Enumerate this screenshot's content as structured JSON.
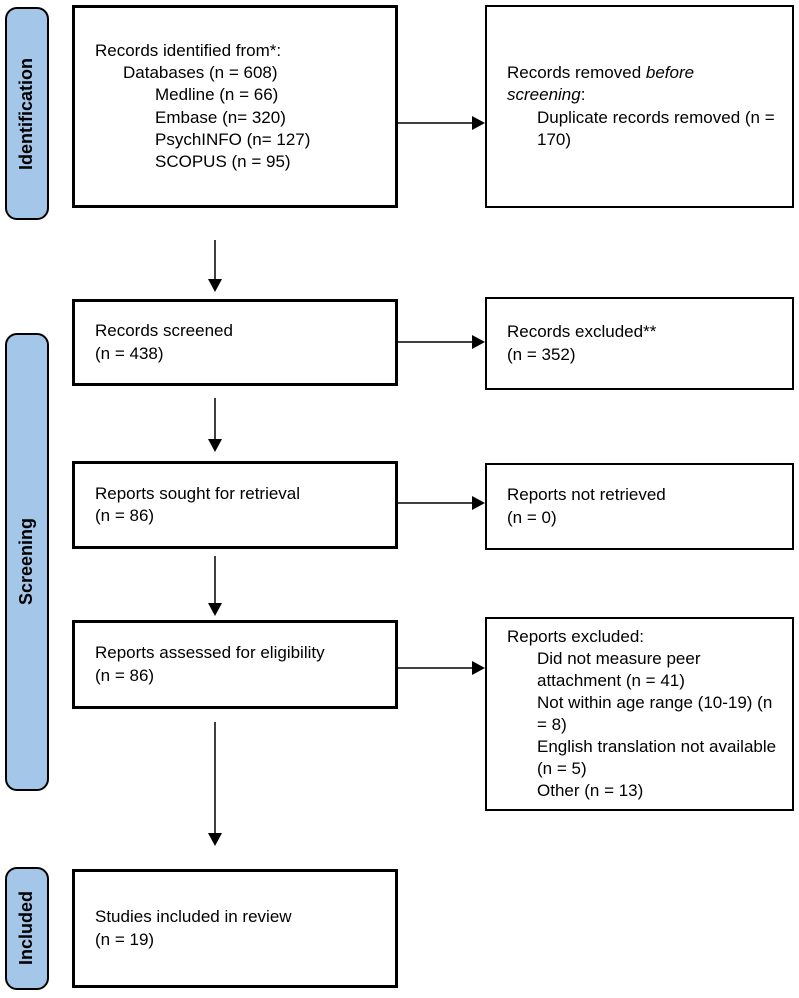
{
  "colors": {
    "stage_bar_fill": "#A4C6E9",
    "box_border": "#000000",
    "arrow_line": "#404040",
    "arrow_head": "#000000",
    "background": "#FFFFFF"
  },
  "sidebar": {
    "identification": "Identification",
    "screening": "Screening",
    "included": "Included"
  },
  "boxes": {
    "identified": {
      "lines": [
        "Records identified from*:",
        "Databases (n = 608)",
        "Medline (n = 66)",
        "Embase (n= 320)",
        "PsychINFO (n= 127)",
        "SCOPUS (n = 95)"
      ]
    },
    "removed_before": {
      "prefix": "Records removed ",
      "italic": "before screening",
      "suffix": ":",
      "detail": "Duplicate records removed (n = 170)"
    },
    "screened": {
      "line1": "Records screened",
      "line2": "(n = 438)"
    },
    "records_excluded": {
      "line1": "Records excluded**",
      "line2": "(n = 352)"
    },
    "sought": {
      "line1": "Reports sought for retrieval",
      "line2": "(n = 86)"
    },
    "not_retrieved": {
      "line1": "Reports not retrieved",
      "line2": "(n = 0)"
    },
    "assessed": {
      "line1": "Reports assessed for eligibility",
      "line2": "(n = 86)"
    },
    "reports_excluded": {
      "title": "Reports excluded:",
      "items": [
        "Did not measure peer attachment (n = 41)",
        "Not within age range (10-19) (n = 8)",
        "English translation not available (n = 5)",
        "Other (n = 13)"
      ]
    },
    "included_review": {
      "line1": "Studies included in review",
      "line2": "(n = 19)"
    }
  }
}
